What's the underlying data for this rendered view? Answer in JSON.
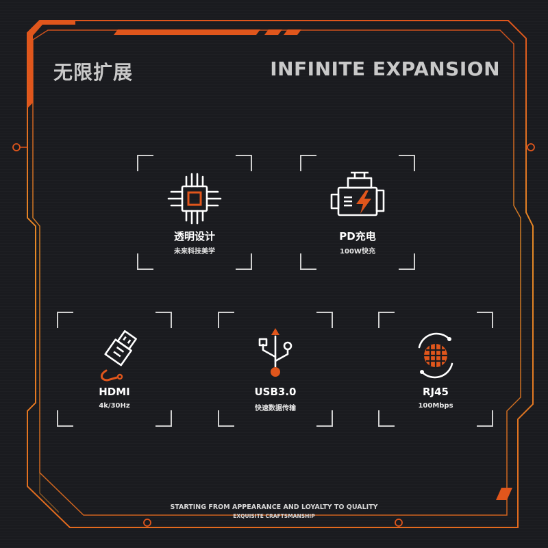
{
  "header": {
    "title_cn": "无限扩展",
    "title_en": "INFINITE EXPANSION"
  },
  "features": [
    {
      "label": "透明设计",
      "sub": "未来科技美学",
      "icon": "chip-icon"
    },
    {
      "label": "PD充电",
      "sub": "100W快充",
      "icon": "charging-engine-icon"
    },
    {
      "label": "HDMI",
      "sub": "4k/30Hz",
      "icon": "hdmi-plug-icon"
    },
    {
      "label": "USB3.0",
      "sub": "快速数据传输",
      "icon": "usb-icon"
    },
    {
      "label": "RJ45",
      "sub": "100Mbps",
      "icon": "ethernet-globe-icon"
    }
  ],
  "footer": {
    "line1": "STARTING FROM APPEARANCE AND LOYALTY TO QUALITY",
    "line2": "EXQUISITE CRAFTSMANSHIP"
  },
  "colors": {
    "accent": "#e0561c",
    "frame_gold": "#e9a12d",
    "background": "#1a1b1f",
    "text": "#ffffff"
  }
}
